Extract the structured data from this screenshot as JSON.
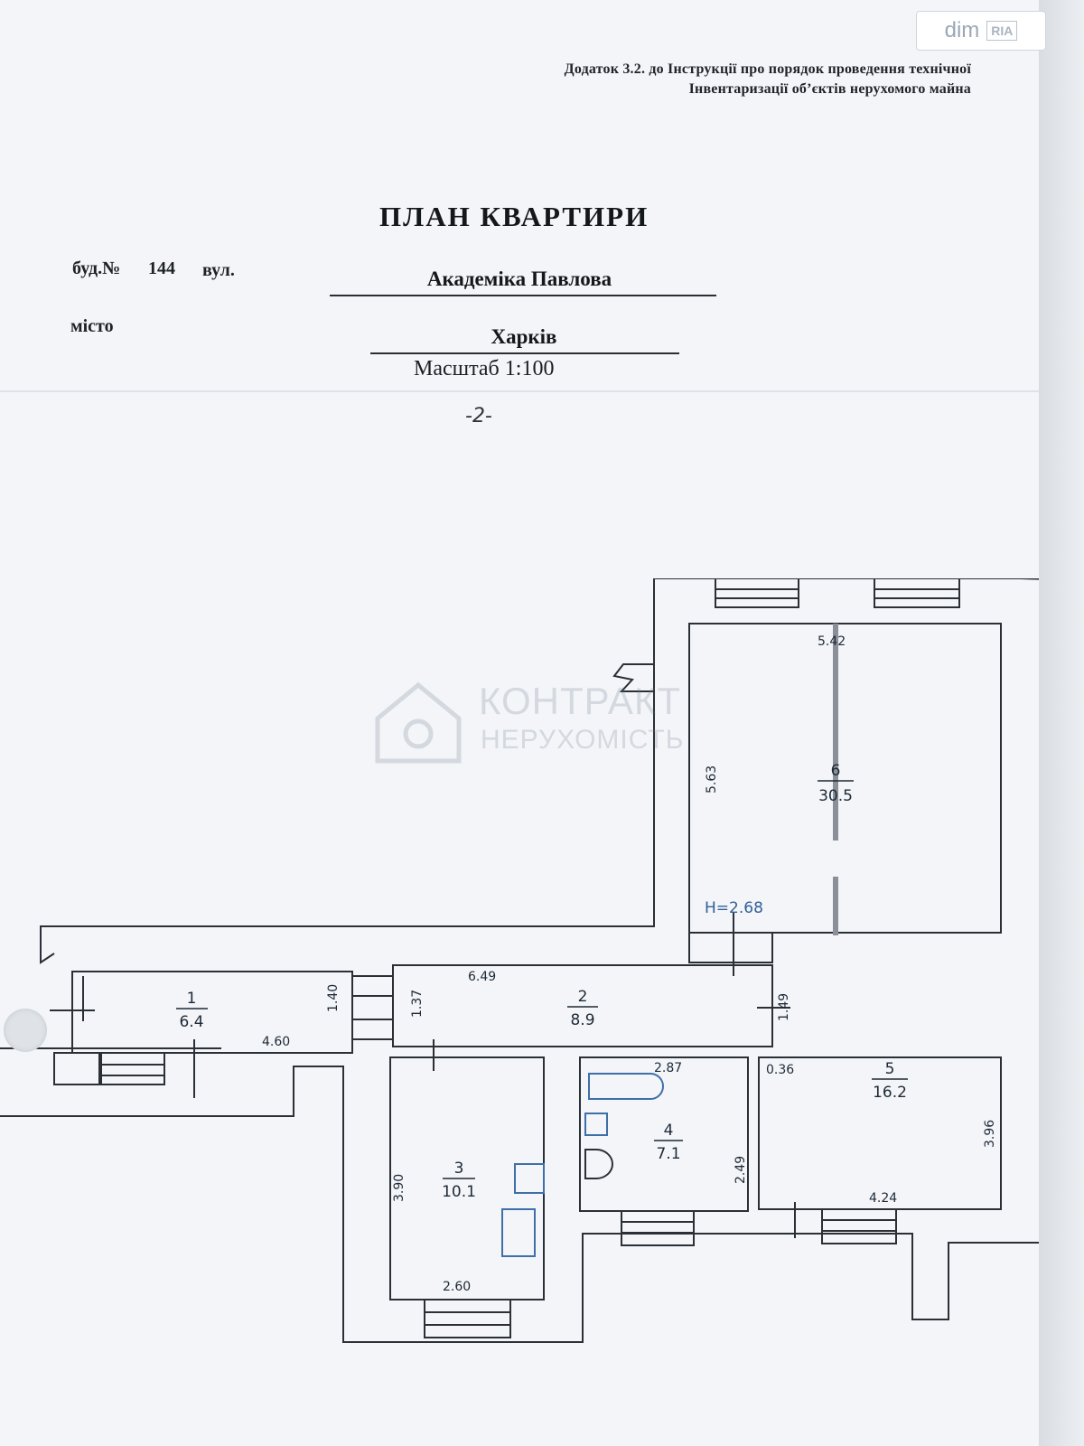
{
  "header": {
    "logo_text": "dim",
    "logo_badge": "RIA",
    "appendix_line1": "Додаток 3.2. до Інструкції про порядок проведення технічної",
    "appendix_line2": "Інвентаризації об’єктів нерухомого майна"
  },
  "document": {
    "title": "ПЛАН КВАРТИРИ",
    "building_label": "буд.№",
    "building_number": "144",
    "street_label": "вул.",
    "street_value": "Академіка Павлова",
    "city_label": "місто",
    "city_value": "Харків",
    "scale": "Масштаб 1:100",
    "sheet_mark": "-2-"
  },
  "watermark": {
    "line1": "КОНТРАКТ",
    "line2": "НЕРУХОМІСТЬ"
  },
  "plan": {
    "ceiling_height": "H=2.68",
    "rooms": [
      {
        "id": "1",
        "area": "6.4"
      },
      {
        "id": "2",
        "area": "8.9"
      },
      {
        "id": "3",
        "area": "10.1"
      },
      {
        "id": "4",
        "area": "7.1"
      },
      {
        "id": "5",
        "area": "16.2"
      },
      {
        "id": "6",
        "area": "30.5"
      }
    ],
    "dimensions": {
      "r1_width": "4.60",
      "r1_depth": "1.40",
      "r2_width": "6.49",
      "r2_depth_left": "1.37",
      "r2_depth_right": "1.49",
      "r3_width": "2.60",
      "r3_depth": "3.90",
      "r4_width": "2.87",
      "r4_depth": "2.49",
      "r5_width": "4.24",
      "r5_depth": "3.96",
      "r5_offset": "0.36",
      "r6_width": "5.42",
      "r6_depth": "5.63"
    }
  }
}
